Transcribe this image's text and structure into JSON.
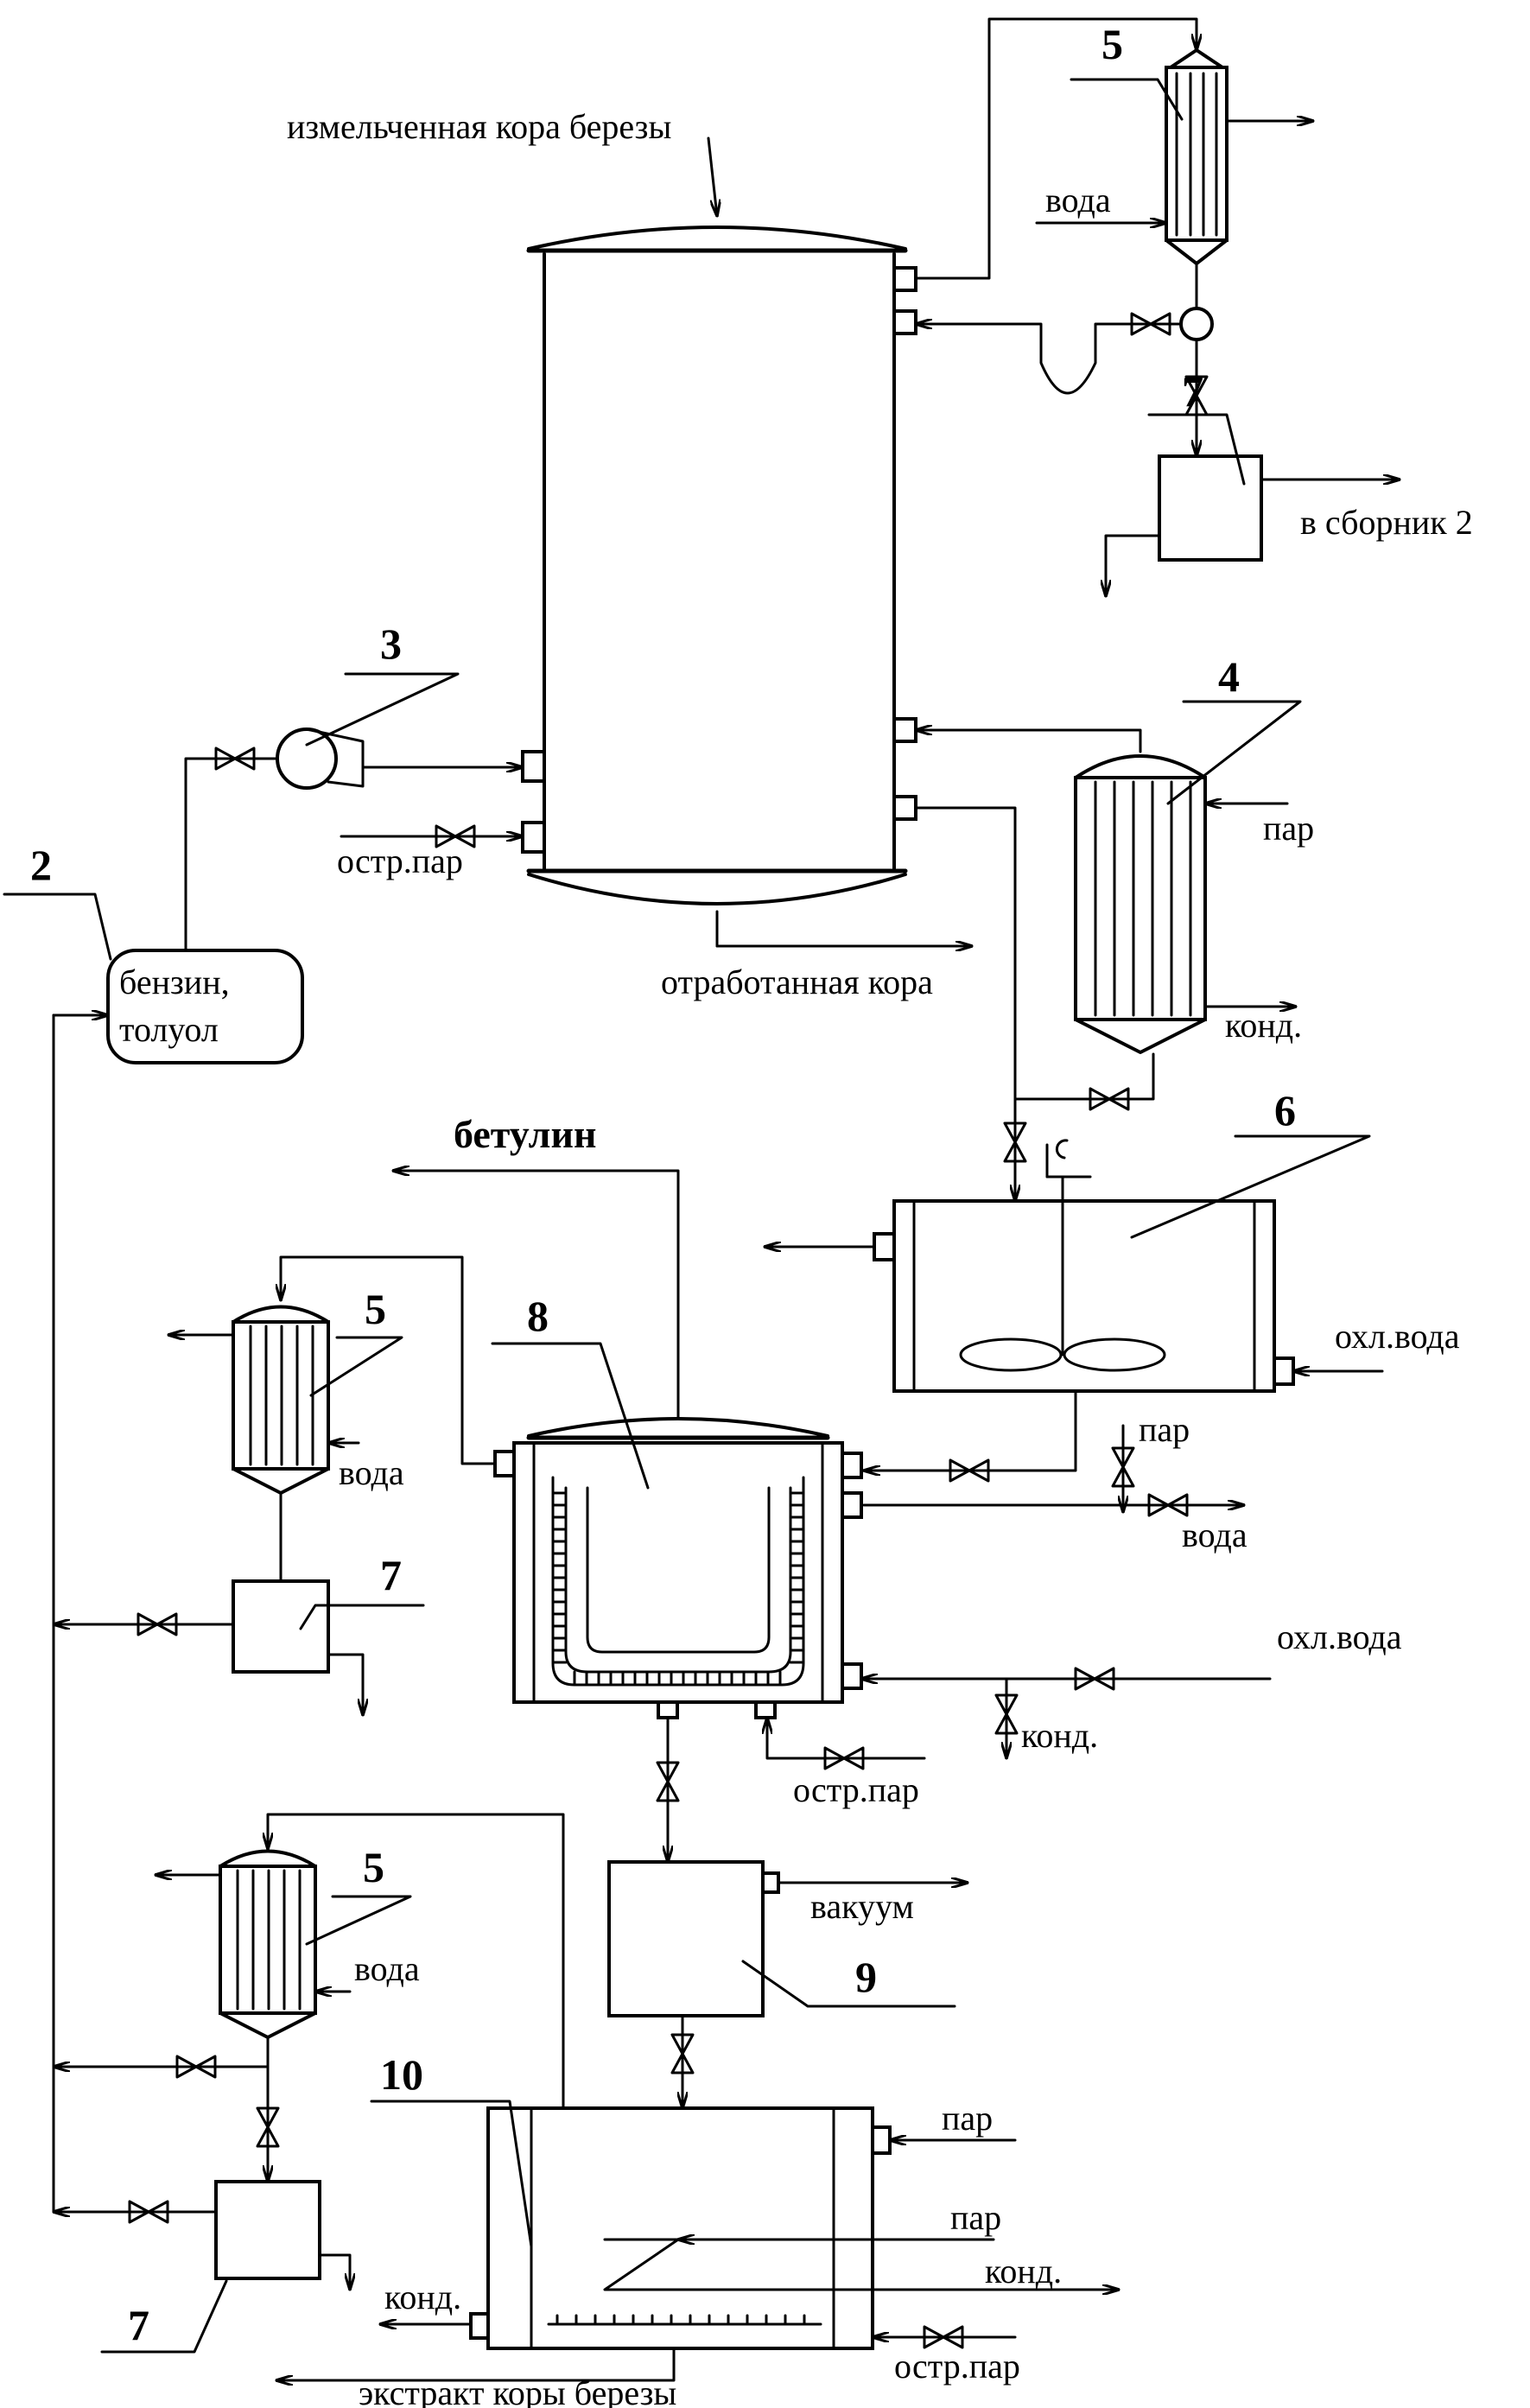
{
  "labels": {
    "bark_in": "измельченная кора березы",
    "bark_out": "отработанная кора",
    "solvent_line1": "бензин,",
    "solvent_line2": "толуол",
    "steam_live": "остр.пар",
    "water": "вода",
    "steam": "пар",
    "condensate": "конд.",
    "to_collector": "в сборник 2",
    "cooling_water": "охл.вода",
    "betulin": "бетулин",
    "vacuum": "вакуум",
    "extract": "экстракт коры березы"
  },
  "numbers": {
    "n2": "2",
    "n3": "3",
    "n4": "4",
    "n5": "5",
    "n6": "6",
    "n7": "7",
    "n8": "8",
    "n9": "9",
    "n10": "10"
  }
}
